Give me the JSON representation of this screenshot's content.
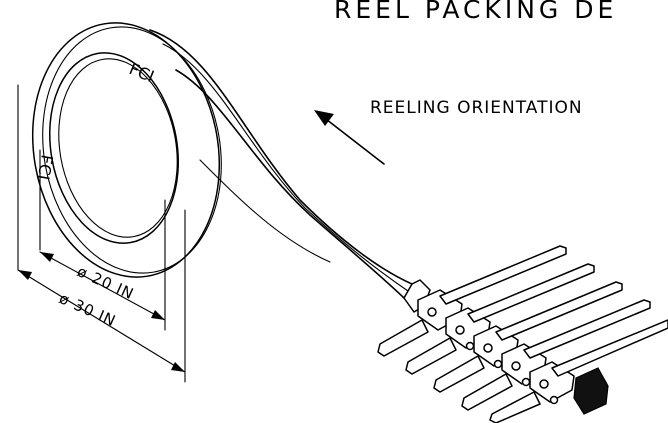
{
  "drawing": {
    "title": "REEL PACKING DE",
    "orientation_label": "REELING ORIENTATION",
    "inner_diameter_label": "ø 20 IN",
    "outer_diameter_label": "ø 30 IN",
    "reel_mark": "FCI"
  },
  "colors": {
    "ink": "#000000",
    "paper": "#ffffff"
  }
}
